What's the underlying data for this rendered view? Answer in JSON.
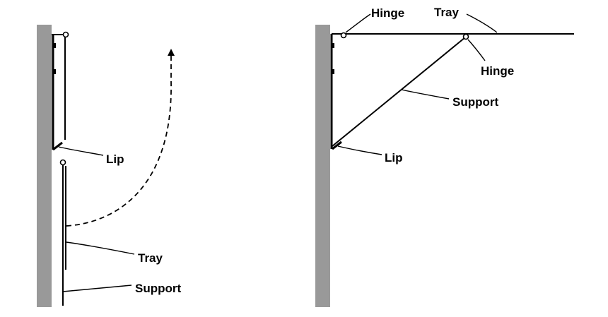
{
  "colors": {
    "wall": "#999999",
    "ink": "#000000",
    "background": "#ffffff"
  },
  "folded": {
    "labels": {
      "lip": "Lip",
      "tray": "Tray",
      "support": "Support"
    }
  },
  "deployed": {
    "labels": {
      "hinge_top": "Hinge",
      "tray": "Tray",
      "hinge_right": "Hinge",
      "support": "Support",
      "lip": "Lip"
    }
  }
}
